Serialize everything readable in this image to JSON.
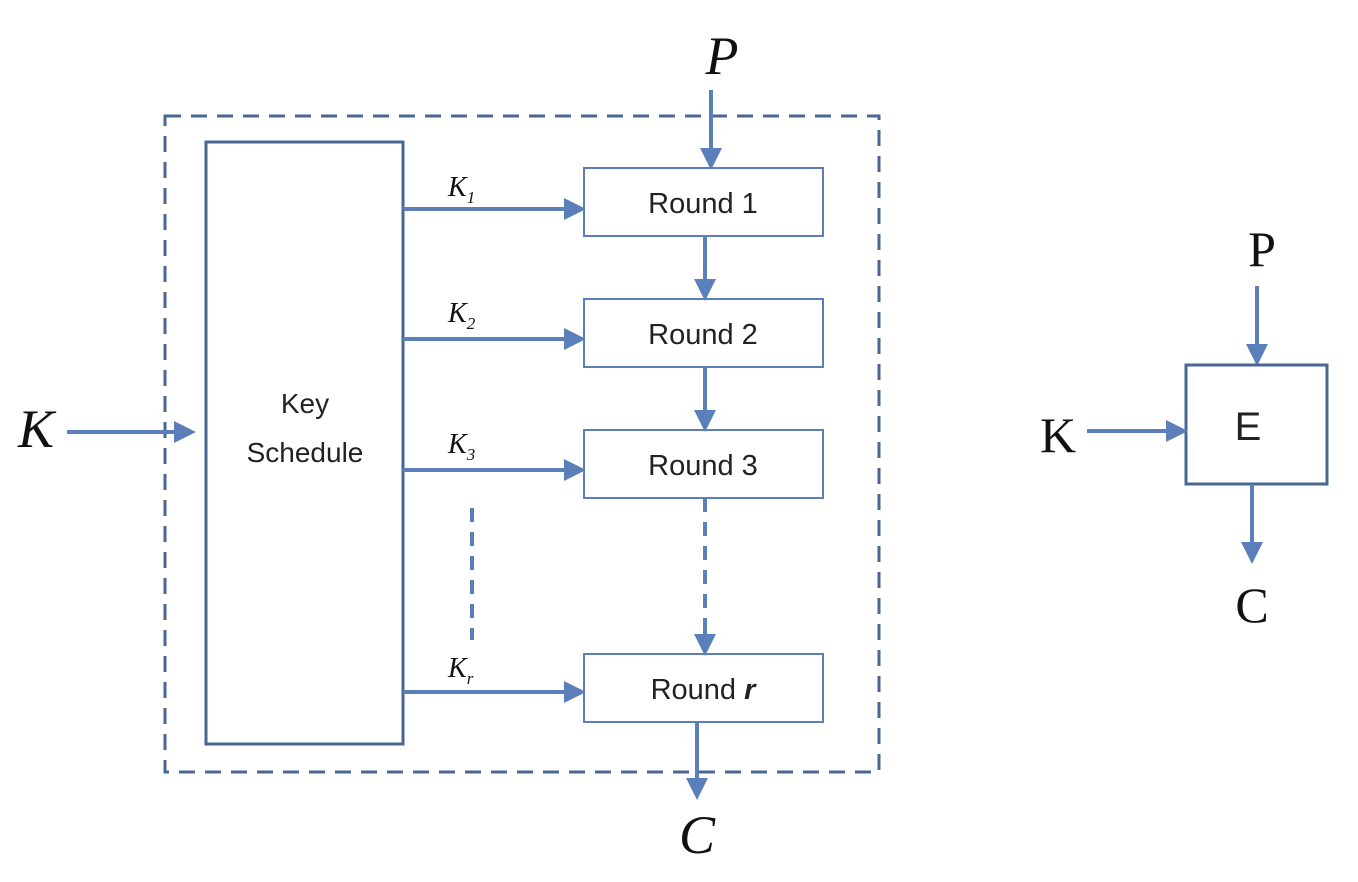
{
  "left_diagram": {
    "plaintext": "P",
    "ciphertext": "C",
    "key": "K",
    "key_schedule": {
      "line1": "Key",
      "line2": "Schedule"
    },
    "round_keys": [
      {
        "base": "K",
        "sub": "1"
      },
      {
        "base": "K",
        "sub": "2"
      },
      {
        "base": "K",
        "sub": "3"
      },
      {
        "base": "K",
        "sub": "r"
      }
    ],
    "rounds": [
      {
        "text": "Round 1",
        "var": ""
      },
      {
        "text": "Round 2",
        "var": ""
      },
      {
        "text": "Round 3",
        "var": ""
      },
      {
        "text": "Round ",
        "var": "r"
      }
    ]
  },
  "right_diagram": {
    "plaintext": "P",
    "ciphertext": "C",
    "key": "K",
    "box_label": "E"
  },
  "colors": {
    "arrow": "#5b7fba",
    "box_border": "#4a6794"
  }
}
